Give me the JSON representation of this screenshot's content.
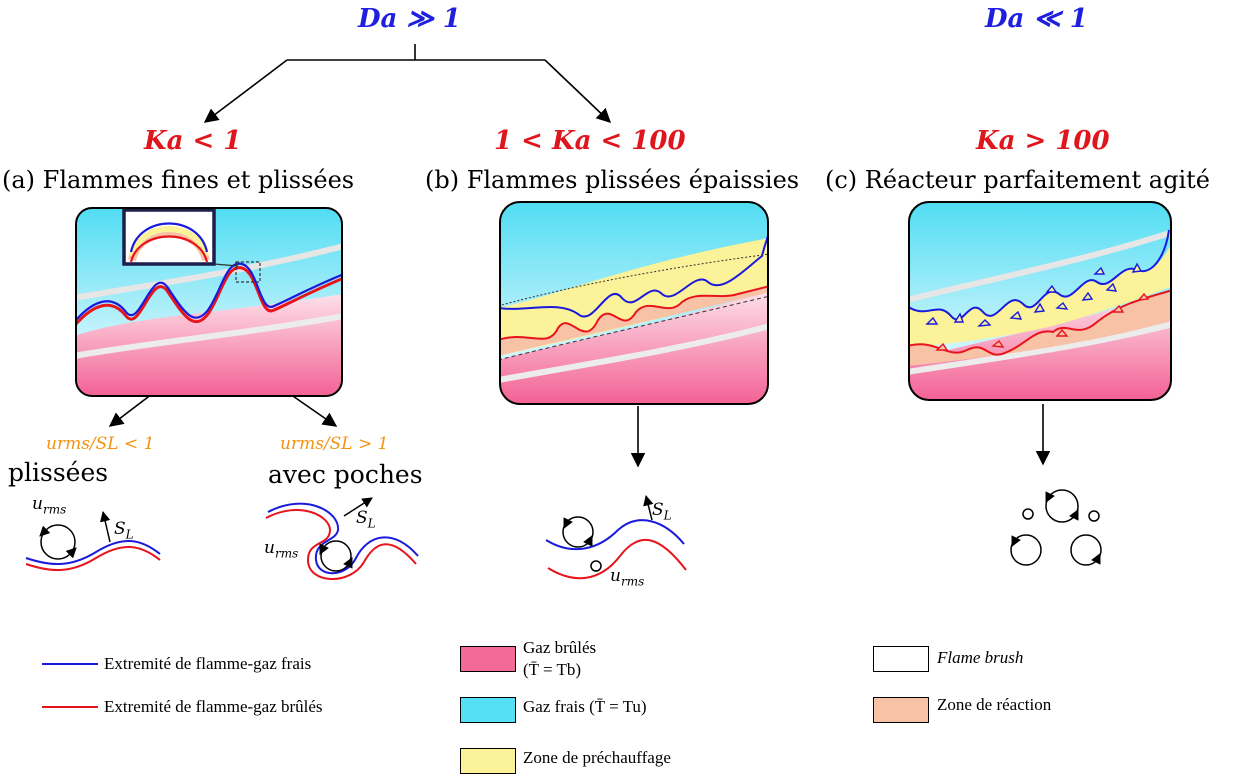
{
  "top": {
    "left_regime": "Da ≫ 1",
    "right_regime": "Da ≪ 1"
  },
  "panels": [
    {
      "regime": "Ka < 1",
      "title": "(a) Flammes fines et plissées"
    },
    {
      "regime": "1 < Ka < 100",
      "title": "(b) Flammes plissées épaissies"
    },
    {
      "regime": "Ka > 100",
      "title": "(c) Réacteur parfaitement agité"
    }
  ],
  "sub_a": {
    "left_condition": "urms/SL < 1",
    "left_label": "plissées",
    "right_condition": "urms/SL > 1",
    "right_label": "avec poches"
  },
  "symbols": {
    "u": "u",
    "u_sub": "rms",
    "s": "S",
    "s_sub": "L"
  },
  "legend": {
    "blue_line": "Extremité de flamme-gaz frais",
    "red_line": "Extremité de flamme-gaz brûlés",
    "burnt_line1": "Gaz brûlés",
    "burnt_line2": "(T̄ = Tb)",
    "fresh": "Gaz frais (T̄ = Tu)",
    "preheat": "Zone de préchauffage",
    "brush": "Flame brush",
    "reaction": "Zone de réaction"
  },
  "colors": {
    "fresh_gas": "#55e0f5",
    "burnt_gas": "#f36a98",
    "preheat": "#fbf29a",
    "reaction": "#f7c2a6",
    "blue_line": "#1a1adc",
    "red_line": "#e8141c",
    "regime_blue": "#1f1fe0",
    "regime_red": "#e0161e",
    "velocity_ratio": "#f2930f"
  }
}
